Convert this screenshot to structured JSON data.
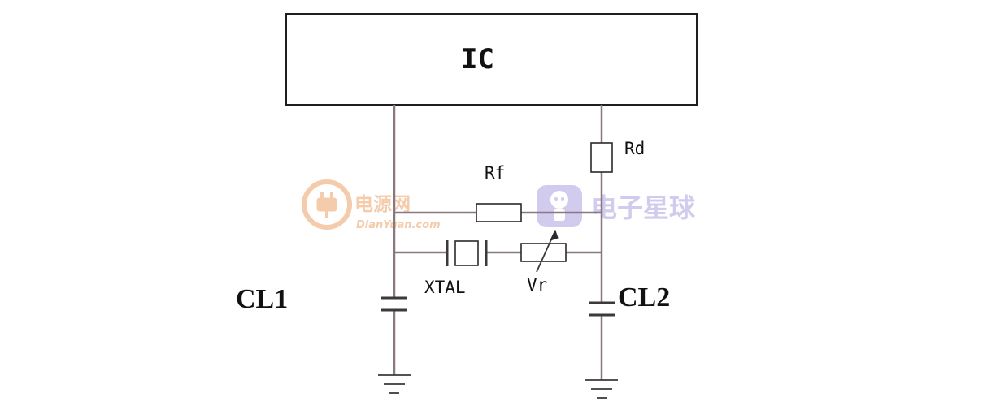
{
  "labels": {
    "ic": "IC",
    "rd": "Rd",
    "rf": "Rf",
    "xtal": "XTAL",
    "vr": "Vr",
    "cl1": "CL1",
    "cl2": "CL2"
  },
  "watermarks": {
    "left_cn": "电源网",
    "left_en": "DianYuan.com",
    "right_cn": "电子星球"
  },
  "colors": {
    "wire": "#8a7880",
    "component": "#2a2a2a",
    "watermark_orange": "#f3c7a3",
    "watermark_blue": "#c9c3ea"
  }
}
